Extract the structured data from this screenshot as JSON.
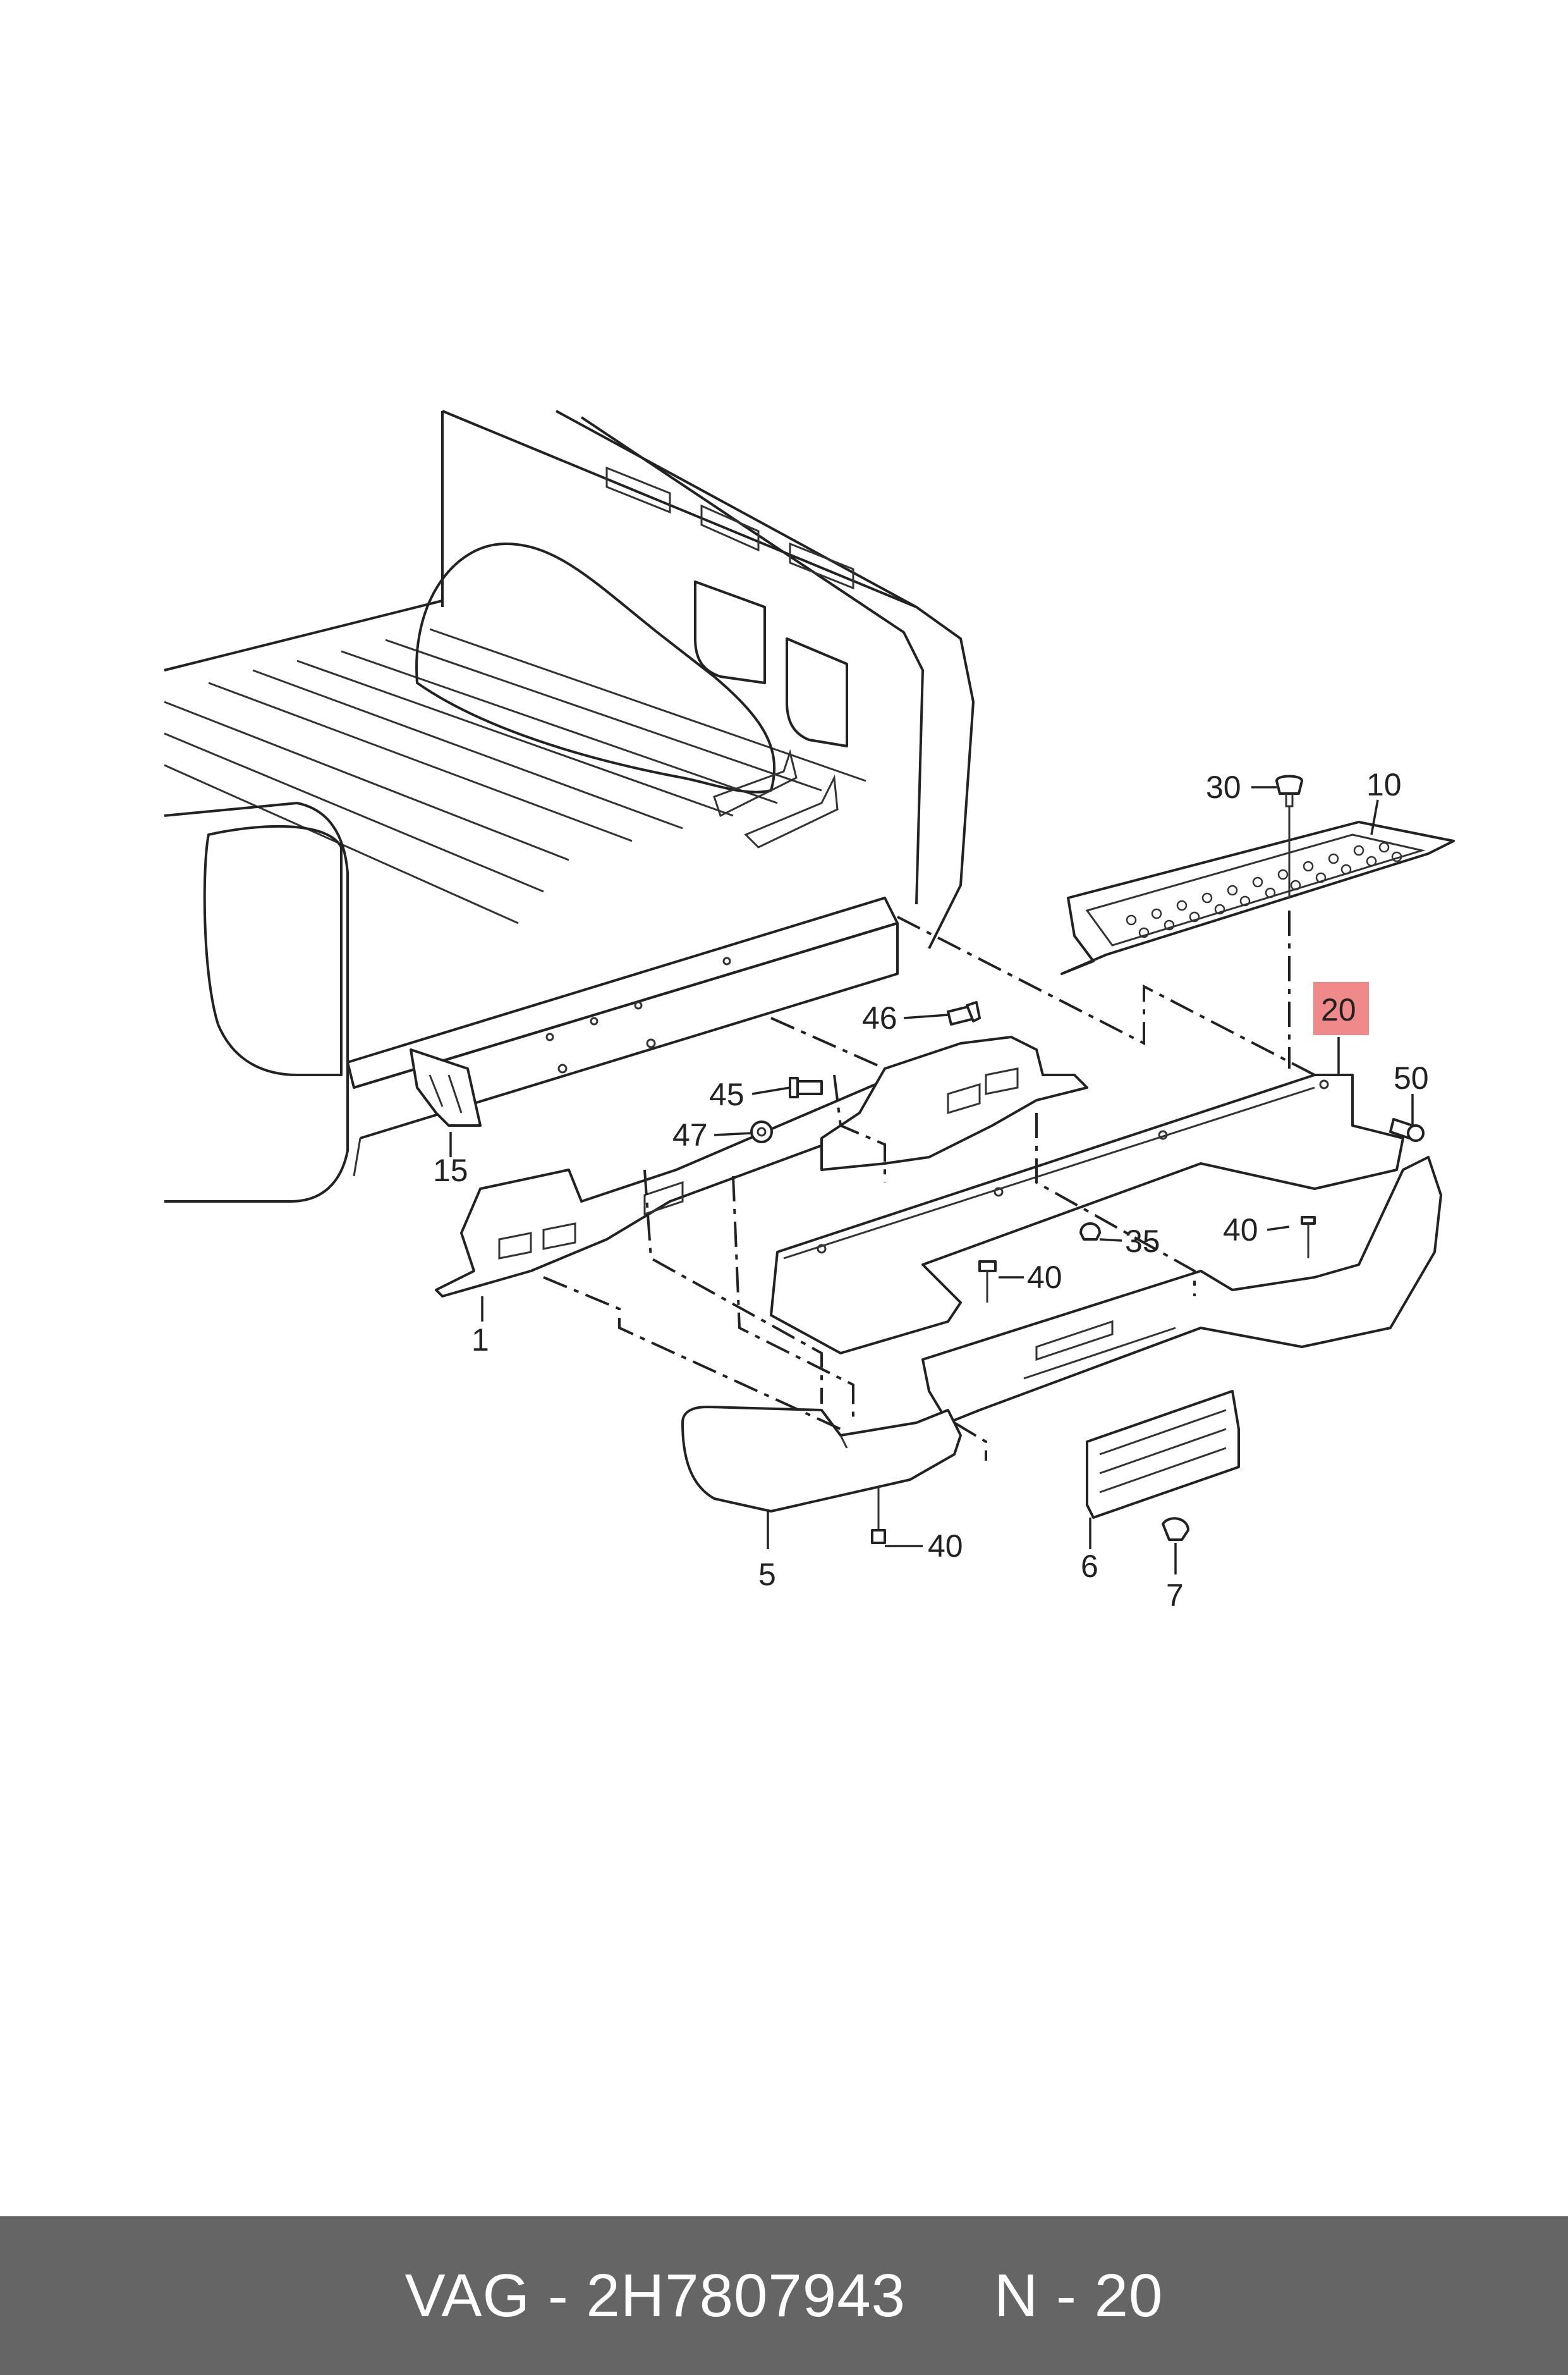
{
  "diagram": {
    "highlight_color": "#f08a8a",
    "callouts": [
      {
        "id": "c30",
        "label": "30"
      },
      {
        "id": "c10",
        "label": "10"
      },
      {
        "id": "c20",
        "label": "20",
        "highlighted": true
      },
      {
        "id": "c50",
        "label": "50"
      },
      {
        "id": "c46",
        "label": "46"
      },
      {
        "id": "c45",
        "label": "45"
      },
      {
        "id": "c47",
        "label": "47"
      },
      {
        "id": "c15",
        "label": "15"
      },
      {
        "id": "c1",
        "label": "1"
      },
      {
        "id": "c35",
        "label": "35"
      },
      {
        "id": "c40a",
        "label": "40"
      },
      {
        "id": "c40b",
        "label": "40"
      },
      {
        "id": "c40c",
        "label": "40"
      },
      {
        "id": "c5",
        "label": "5"
      },
      {
        "id": "c6",
        "label": "6"
      },
      {
        "id": "c7",
        "label": "7"
      }
    ]
  },
  "footer": {
    "part_number": "VAG - 2H7807943",
    "position": "N - 20",
    "background": "#656565"
  }
}
